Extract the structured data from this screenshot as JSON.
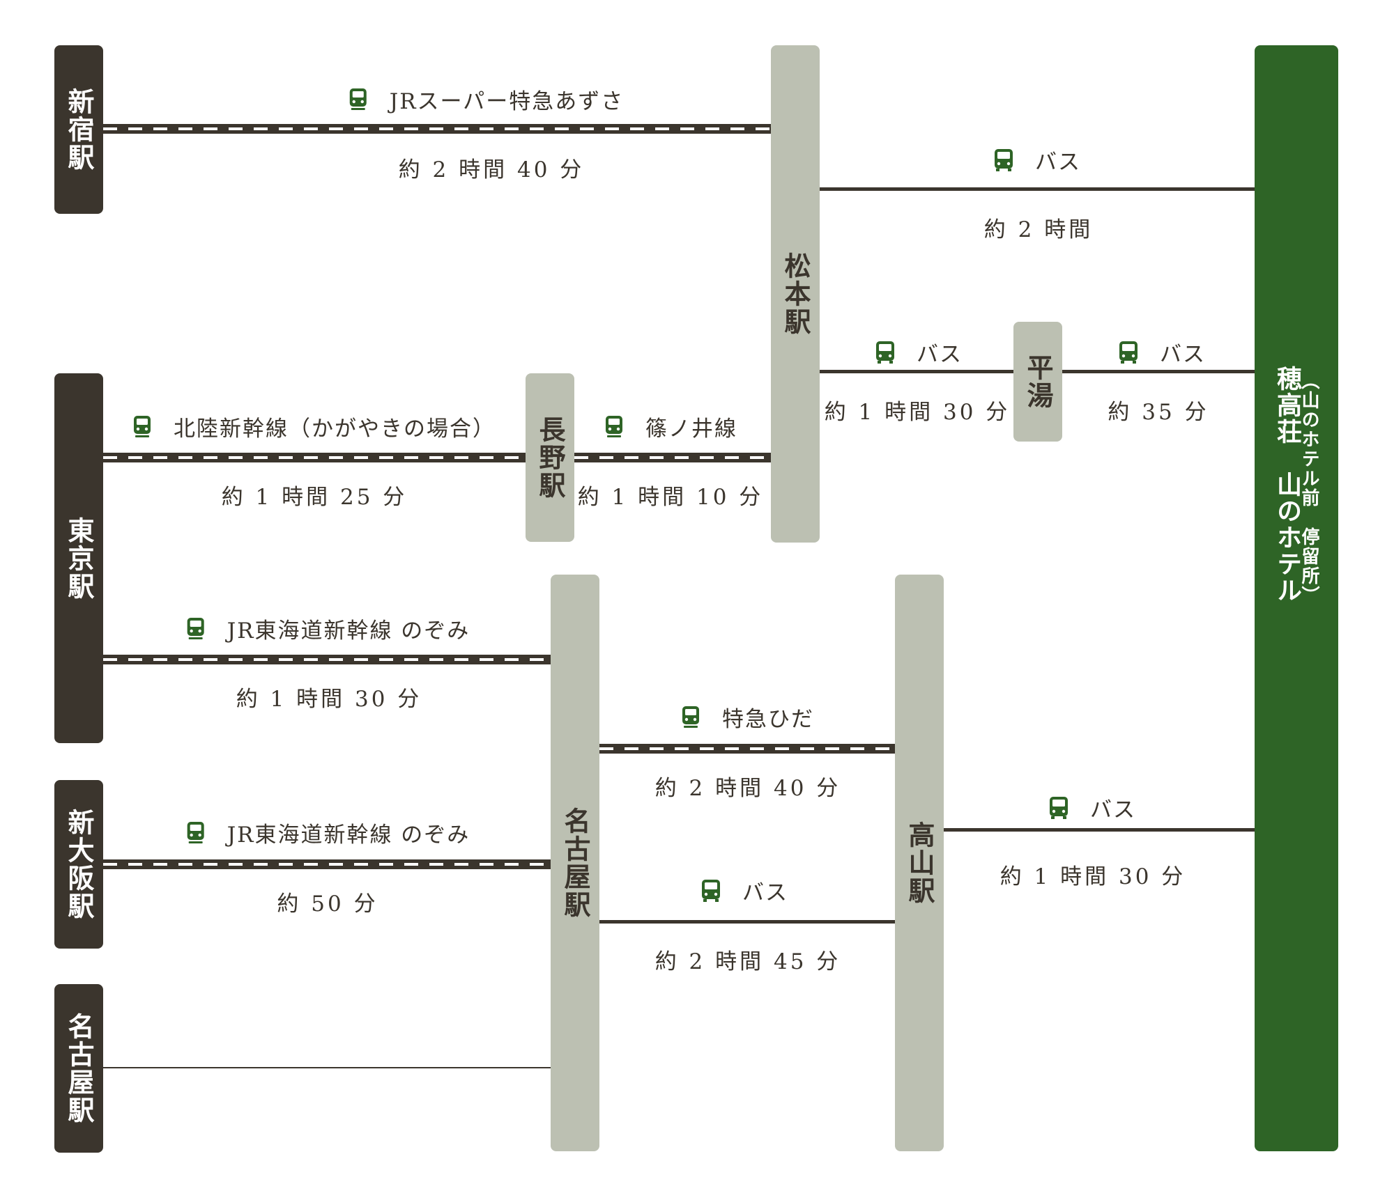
{
  "colors": {
    "origin_station": "#3b352d",
    "hub_station": "#bcc0b2",
    "destination": "#2e6426",
    "line": "#3b352d",
    "icon": "#2e6426",
    "text": "#3b352d"
  },
  "stations": {
    "shinjuku": "新宿駅",
    "tokyo": "東京駅",
    "shin_osaka": "新大阪駅",
    "nagoya_origin": "名古屋駅",
    "matsumoto": "松本駅",
    "nagano": "長野駅",
    "hirayu": "平湯",
    "nagoya_hub": "名古屋駅",
    "takayama": "高山駅"
  },
  "destination": {
    "name": "穂高荘　山のホテル",
    "stop": "（山のホテル前　停留所）"
  },
  "routes": [
    {
      "id": "shinjuku-matsumoto",
      "mode_icon": "train-icon",
      "mode": "JRスーパー特急あずさ",
      "time": "約 2 時間 40 分"
    },
    {
      "id": "matsumoto-hotel",
      "mode_icon": "bus-icon",
      "mode": "バス",
      "time": "約 2 時間"
    },
    {
      "id": "matsumoto-hirayu",
      "mode_icon": "bus-icon",
      "mode": "バス",
      "time": "約 1 時間 30 分"
    },
    {
      "id": "hirayu-hotel",
      "mode_icon": "bus-icon",
      "mode": "バス",
      "time": "約 35 分"
    },
    {
      "id": "tokyo-nagano",
      "mode_icon": "train-icon",
      "mode": "北陸新幹線（かがやきの場合）",
      "time": "約 1 時間 25 分"
    },
    {
      "id": "nagano-matsumoto",
      "mode_icon": "train-icon",
      "mode": "篠ノ井線",
      "time": "約 1 時間 10 分"
    },
    {
      "id": "tokyo-nagoya",
      "mode_icon": "train-icon",
      "mode": "JR東海道新幹線 のぞみ",
      "time": "約 1 時間 30 分"
    },
    {
      "id": "nagoya-takayama-train",
      "mode_icon": "train-icon",
      "mode": "特急ひだ",
      "time": "約 2 時間 40 分"
    },
    {
      "id": "takayama-hotel",
      "mode_icon": "bus-icon",
      "mode": "バス",
      "time": "約 1 時間 30 分"
    },
    {
      "id": "shinosaka-nagoya",
      "mode_icon": "train-icon",
      "mode": "JR東海道新幹線 のぞみ",
      "time": "約 50 分"
    },
    {
      "id": "nagoya-takayama-bus",
      "mode_icon": "bus-icon",
      "mode": "バス",
      "time": "約 2 時間 45 分"
    }
  ]
}
